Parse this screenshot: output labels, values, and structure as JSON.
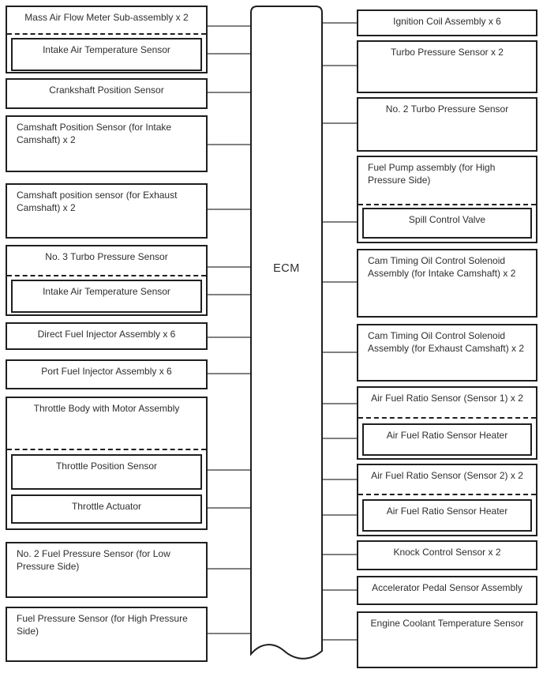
{
  "ecm": {
    "label": "ECM"
  },
  "left_column": [
    {
      "label": "Mass Air Flow Meter Sub-assembly x 2",
      "sub": [
        "Intake Air Temperature Sensor"
      ]
    },
    {
      "label": "Crankshaft Position Sensor"
    },
    {
      "label": "Camshaft Position Sensor (for Intake Camshaft) x 2"
    },
    {
      "label": "Camshaft position sensor (for Exhaust Camshaft) x 2"
    },
    {
      "label": "No. 3 Turbo Pressure Sensor",
      "sub": [
        "Intake Air Temperature Sensor"
      ]
    },
    {
      "label": "Direct Fuel Injector Assembly x 6"
    },
    {
      "label": "Port Fuel Injector Assembly x 6"
    },
    {
      "label": "Throttle Body with Motor Assembly",
      "sub": [
        "Throttle Position Sensor",
        "Throttle Actuator"
      ]
    },
    {
      "label": "No. 2 Fuel Pressure Sensor (for Low Pressure Side)"
    },
    {
      "label": "Fuel Pressure Sensor (for High Pressure Side)"
    }
  ],
  "right_column": [
    {
      "label": "Ignition Coil Assembly x 6"
    },
    {
      "label": "Turbo Pressure Sensor x 2"
    },
    {
      "label": "No. 2 Turbo Pressure Sensor"
    },
    {
      "label": "Fuel Pump assembly (for High Pressure Side)",
      "sub": [
        "Spill Control Valve"
      ]
    },
    {
      "label": "Cam Timing Oil Control Solenoid Assembly (for Intake Camshaft) x 2"
    },
    {
      "label": "Cam Timing Oil Control Solenoid Assembly (for Exhaust Camshaft) x 2"
    },
    {
      "label": "Air Fuel Ratio Sensor (Sensor 1) x 2",
      "sub": [
        "Air Fuel Ratio Sensor Heater"
      ]
    },
    {
      "label": "Air Fuel Ratio Sensor (Sensor 2) x 2",
      "sub": [
        "Air Fuel Ratio Sensor Heater"
      ]
    },
    {
      "label": "Knock Control Sensor x 2"
    },
    {
      "label": "Accelerator Pedal Sensor Assembly"
    },
    {
      "label": "Engine Coolant Temperature Sensor"
    }
  ],
  "colors": {
    "background": "#ffffff",
    "box_border": "#1f1f1f",
    "connector_line": "#808080",
    "text": "#2e2e2e"
  }
}
